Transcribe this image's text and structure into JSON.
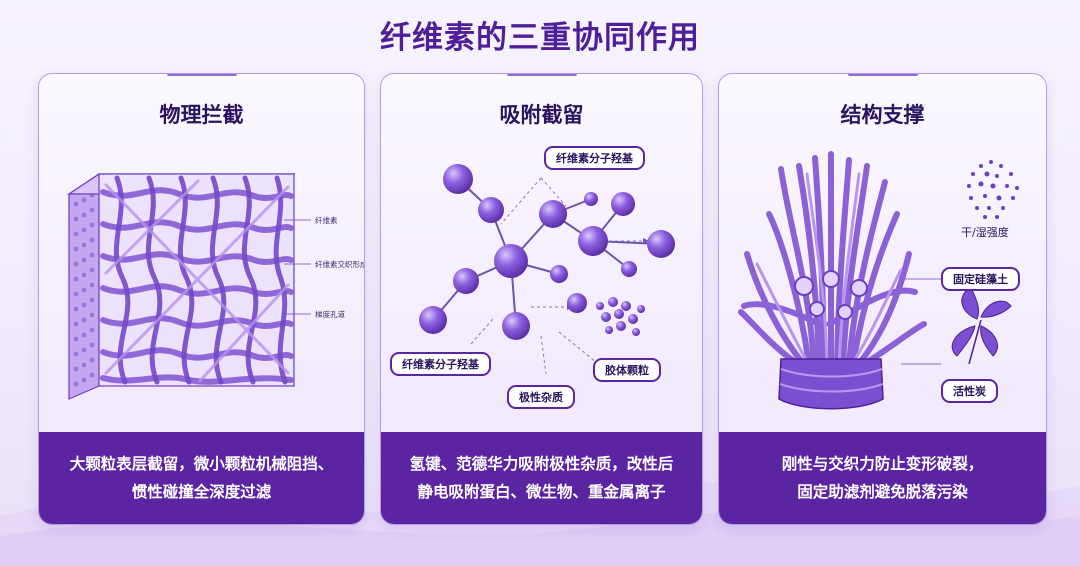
{
  "title": "纤维素的三重协同作用",
  "cards": [
    {
      "title": "物理拦截",
      "caption": [
        "大颗粒表层截留，微小颗粒机械阻挡、",
        "惯性碰撞全深度过滤"
      ],
      "labels": [
        "纤维素",
        "纤维素交织形成",
        "梯度孔道"
      ]
    },
    {
      "title": "吸附截留",
      "caption": [
        "氢键、范德华力吸附极性杂质，改性后",
        "静电吸附蛋白、微生物、重金属离子"
      ],
      "labels": [
        "纤维素分子羟基",
        "纤维素分子羟基",
        "胶体颗粒",
        "极性杂质"
      ]
    },
    {
      "title": "结构支撑",
      "caption": [
        "刚性与交织力防止变形破裂，",
        "固定助滤剂避免脱落污染"
      ],
      "labels": [
        "干/湿强度",
        "固定硅藻土",
        "活性炭"
      ]
    }
  ],
  "colors": {
    "title": "#4e1f98",
    "caption_bg": "#5b24a3",
    "node": "#7b4fd1",
    "fiber": "#8a62d6"
  }
}
